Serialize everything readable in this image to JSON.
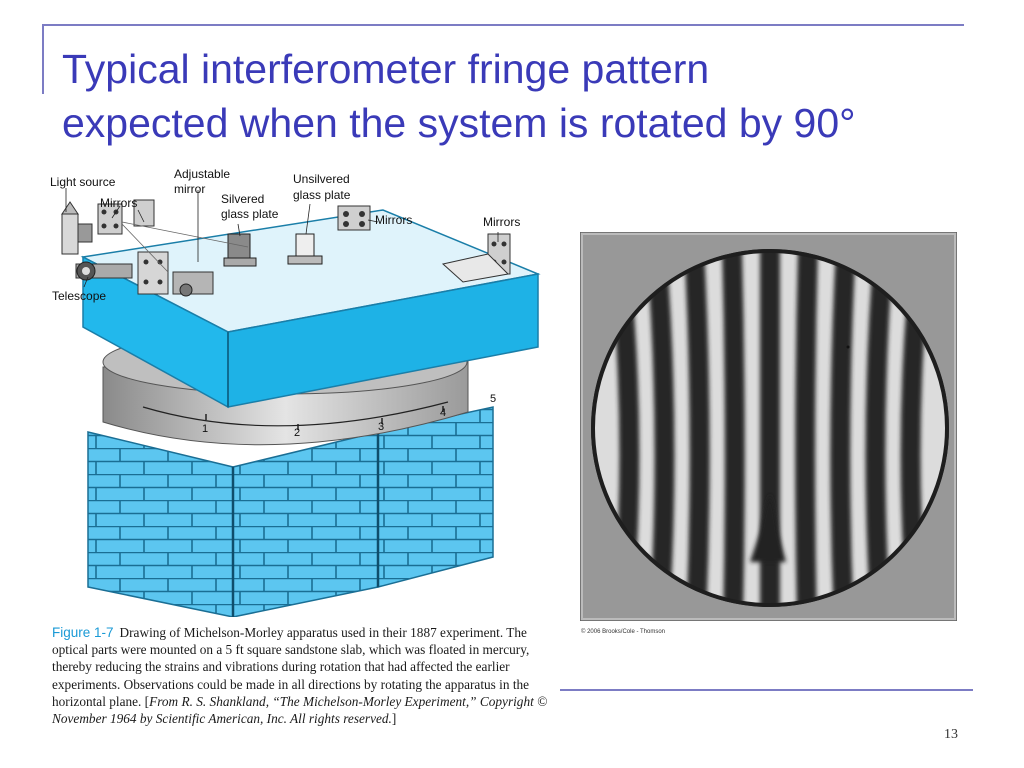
{
  "slide": {
    "title_lines": [
      "Typical interferometer fringe pattern",
      "expected when the system is rotated by 90°"
    ],
    "page_number": "13"
  },
  "apparatus": {
    "labels": {
      "light_source": "Light source",
      "mirrors_left": "Mirrors",
      "adjustable_mirror_line1": "Adjustable",
      "adjustable_mirror_line2": "mirror",
      "silvered_line1": "Silvered",
      "silvered_line2": "glass plate",
      "unsilvered_line1": "Unsilvered",
      "unsilvered_line2": "glass plate",
      "mirrors_mid": "Mirrors",
      "mirrors_right": "Mirrors",
      "telescope": "Telescope"
    },
    "scale_ticks": [
      "1",
      "2",
      "3",
      "4",
      "5"
    ],
    "colors": {
      "slab": "#22b8ec",
      "brick": "#5cc6f0",
      "mortar": "#1a6e94"
    }
  },
  "fringe_photo": {
    "fringe_count": 9,
    "copyright": "© 2006 Brooks/Cole - Thomson"
  },
  "caption": {
    "figure_label": "Figure 1-7",
    "text_before": "Drawing of Michelson-Morley apparatus used in their 1887 experiment. The optical parts were mounted on a 5 ft square sandstone slab, which was floated in mercury, thereby reducing the strains and vibrations during rotation that had affected the earlier experiments. Observations could be made in all directions by rotating the apparatus in the horizontal plane. [",
    "source_italic": "From R. S. Shankland, “The Michelson-Morley Experiment,” Copyright © November 1964 by Scientific American, Inc. All rights reserved.",
    "text_after": "]"
  }
}
